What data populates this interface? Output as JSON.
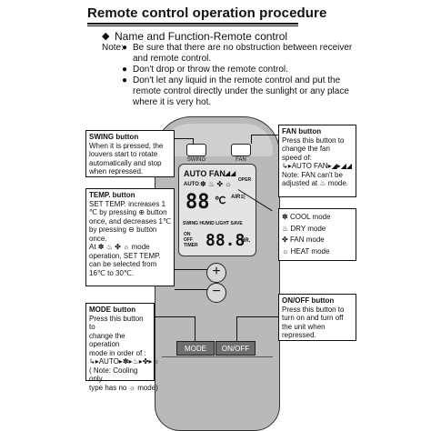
{
  "header": {
    "title": "Remote control operation procedure",
    "subheading": "Name and Function-Remote control",
    "note_label": "Note:",
    "notes": [
      [
        "Be sure that there are no obstruction between receiver",
        "and remote control."
      ],
      [
        "Don't drop or throw the remote control."
      ],
      [
        "Don't let any liquid in the remote control and put the",
        "remote control directly under the sunlight or any place",
        "where it is very hot."
      ]
    ]
  },
  "callouts": {
    "swing": {
      "title": "SWING button",
      "lines": [
        "When it is pressed, the",
        "louvers start to rotate",
        "automatically and stop",
        "when repressed."
      ]
    },
    "fan": {
      "title": "FAN button",
      "lines": [
        "Press this button to",
        "change the fan",
        "speed of:"
      ],
      "sequence": "AUTO FAN",
      "note_lines": [
        "Note: FAN can't be",
        "adjusted at",
        "mode."
      ]
    },
    "temp": {
      "title": "TEMP. button",
      "lines": [
        "SET TEMP. increases 1",
        "℃ by pressing",
        "button",
        "once, and decreases 1℃",
        "by pressing",
        "button",
        "once.",
        "At",
        "mode",
        "operation, SET TEMP.",
        "can be selected from",
        "16℃ to 30℃."
      ]
    },
    "modes": {
      "items": [
        "COOL mode",
        "DRY mode",
        "FAN mode",
        "HEAT mode"
      ]
    },
    "mode": {
      "title": "MODE button",
      "lines": [
        "Press this button to",
        "change the operation",
        "mode in order of :"
      ],
      "sequence": "AUTO",
      "note_lines": [
        "( Note: Cooling only",
        "type has no",
        "mode)"
      ]
    },
    "onoff": {
      "title": "ON/OFF button",
      "lines": [
        "Press this button to",
        "turn on and turn off",
        "the unit when",
        "repressed."
      ]
    }
  },
  "remote": {
    "swing_label": "SWING",
    "fan_label": "FAN",
    "lcd": {
      "auto_fan": "AUTO FAN",
      "oper": "OPER",
      "auto": "AUTO",
      "temp_digits": "88",
      "unit": "℃",
      "air": "AIR",
      "functions": "SWING HUMID LIGHT SAVE",
      "timer_on": "ON",
      "timer_off": "OFF",
      "timer_word": "TIMER",
      "timer_digits": "88.8",
      "hr": "HR."
    },
    "plus": "+",
    "minus": "−",
    "mode_label": "MODE",
    "onoff_label": "ON/OFF"
  }
}
